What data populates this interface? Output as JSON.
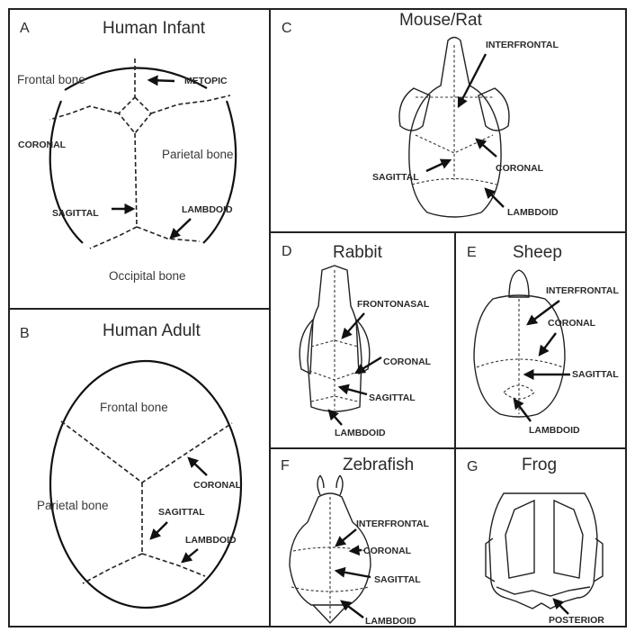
{
  "panels": {
    "a": {
      "letter": "A",
      "title": "Human Infant",
      "bones": {
        "frontal": "Frontal bone",
        "parietal": "Parietal bone",
        "occipital": "Occipital bone"
      },
      "sutures": {
        "metopic": "METOPIC",
        "coronal": "CORONAL",
        "sagittal": "SAGITTAL",
        "lambdoid": "LAMBDOID"
      }
    },
    "b": {
      "letter": "B",
      "title": "Human Adult",
      "bones": {
        "frontal": "Frontal bone",
        "parietal": "Parietal bone"
      },
      "sutures": {
        "coronal": "CORONAL",
        "sagittal": "SAGITTAL",
        "lambdoid": "LAMBDOID"
      }
    },
    "c": {
      "letter": "C",
      "title": "Mouse/Rat",
      "sutures": {
        "interfrontal": "INTERFRONTAL",
        "sagittal": "SAGITTAL",
        "coronal": "CORONAL",
        "lambdoid": "LAMBDOID"
      }
    },
    "d": {
      "letter": "D",
      "title": "Rabbit",
      "sutures": {
        "frontonasal": "FRONTONASAL",
        "coronal": "CORONAL",
        "sagittal": "SAGITTAL",
        "lambdoid": "LAMBDOID"
      }
    },
    "e": {
      "letter": "E",
      "title": "Sheep",
      "sutures": {
        "interfrontal": "INTERFRONTAL",
        "coronal": "CORONAL",
        "sagittal": "SAGITTAL",
        "lambdoid": "LAMBDOID"
      }
    },
    "f": {
      "letter": "F",
      "title": "Zebrafish",
      "sutures": {
        "interfrontal": "INTERFRONTAL",
        "coronal": "CORONAL",
        "sagittal": "SAGITTAL",
        "lambdoid": "LAMBDOID"
      }
    },
    "g": {
      "letter": "G",
      "title": "Frog",
      "sutures": {
        "posterior": "POSTERIOR"
      }
    }
  }
}
